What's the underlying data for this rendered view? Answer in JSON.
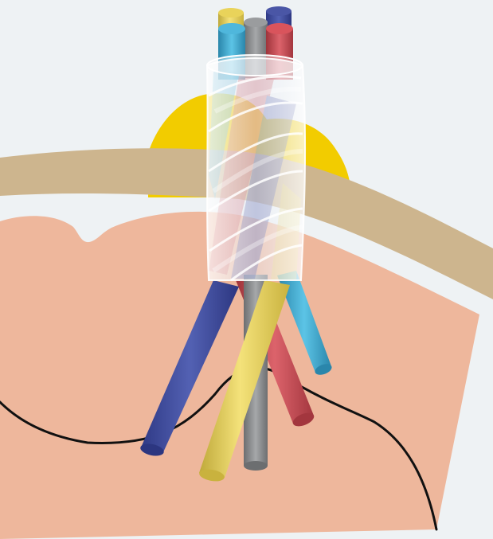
{
  "figure": {
    "colors": {
      "background": "#eef2f4",
      "tissue": "#eeb79c",
      "skin_band": "#cdb58e",
      "yellow_blob": "#f2cc00",
      "tube_yellow": "#e9d35a",
      "tube_blue": "#3e4a9c",
      "tube_gray": "#8e9092",
      "tube_red": "#c94a52",
      "tube_cyan": "#3fa9cf",
      "sheath": "#e6ebf2",
      "line": "#111111"
    },
    "tubes": [
      {
        "name": "yellow",
        "color_key": "tube_yellow"
      },
      {
        "name": "navy",
        "color_key": "tube_blue"
      },
      {
        "name": "gray",
        "color_key": "tube_gray"
      },
      {
        "name": "red",
        "color_key": "tube_red"
      },
      {
        "name": "cyan",
        "color_key": "tube_cyan"
      }
    ]
  }
}
